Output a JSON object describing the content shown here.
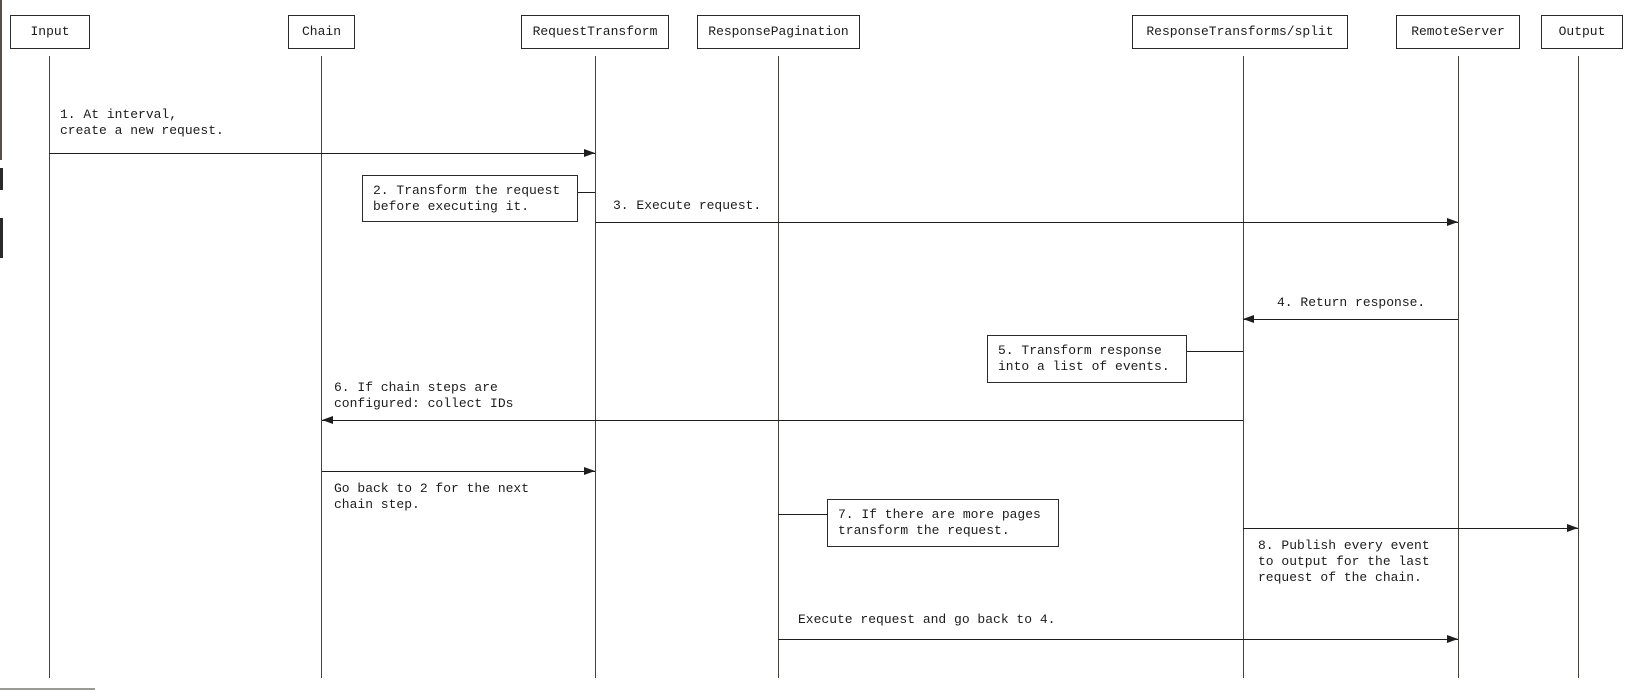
{
  "actors": [
    {
      "label": "Input"
    },
    {
      "label": "Chain"
    },
    {
      "label": "RequestTransform"
    },
    {
      "label": "ResponsePagination"
    },
    {
      "label": "ResponseTransforms/split"
    },
    {
      "label": "RemoteServer"
    },
    {
      "label": "Output"
    }
  ],
  "messages": {
    "m1": {
      "lines": [
        "1. At interval,",
        "create a new request."
      ],
      "from": "Input",
      "to": "RequestTransform"
    },
    "m2": {
      "lines": [
        "2. Transform the request",
        "before executing it."
      ],
      "attached_to": "RequestTransform"
    },
    "m3": {
      "label": "3. Execute request.",
      "from": "RequestTransform",
      "to": "RemoteServer"
    },
    "m4": {
      "label": "4. Return response.",
      "from": "RemoteServer",
      "to": "ResponseTransforms/split"
    },
    "m5": {
      "lines": [
        "5. Transform response",
        "into a list of events."
      ],
      "attached_to": "ResponseTransforms/split"
    },
    "m6": {
      "lines": [
        "6. If chain steps are",
        "configured: collect IDs"
      ],
      "from": "ResponseTransforms/split",
      "to": "Chain"
    },
    "m7": {
      "lines": [
        "Go back to 2 for the next",
        "chain step."
      ],
      "from": "Chain",
      "to": "RequestTransform"
    },
    "m8": {
      "lines": [
        "7. If there are more pages",
        "transform the request."
      ],
      "attached_to": "ResponsePagination"
    },
    "m9": {
      "lines": [
        "8. Publish every event",
        "to output for the last",
        "request of the chain."
      ],
      "from": "ResponseTransforms/split",
      "to": "Output"
    },
    "m10": {
      "label": "Execute request and go back to 4.",
      "from": "ResponsePagination",
      "to": "RemoteServer"
    }
  },
  "colors": {
    "background": "#ffffff",
    "line": "#1e1e1e",
    "box_border": "#2b2b2b",
    "text": "#1c1c1c"
  }
}
